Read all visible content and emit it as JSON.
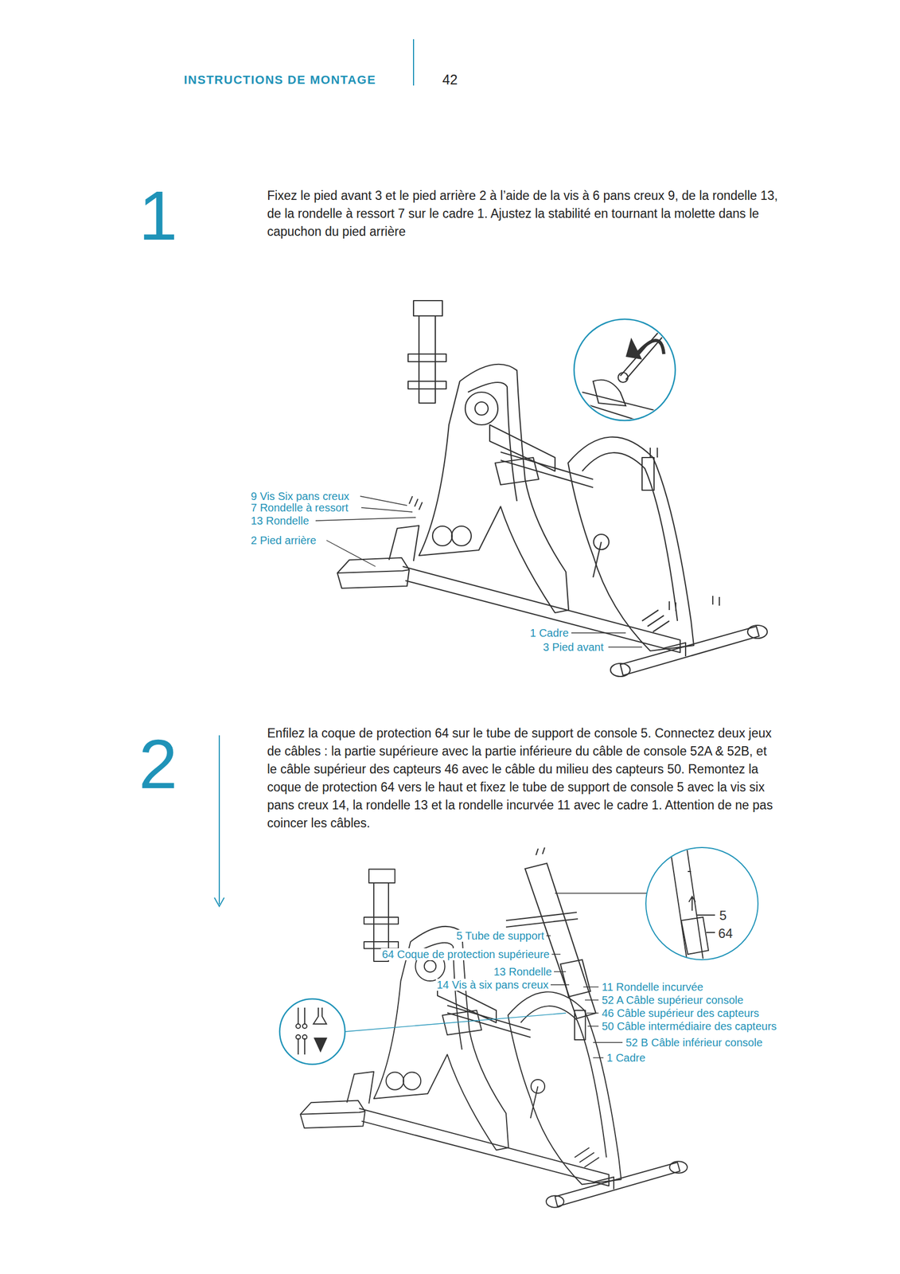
{
  "diagram": {
    "title": "INSTRUCTIONS DE MONTAGE",
    "nodes": [
      {
        "text": [
          "5",
          "64"
        ]
      }
    ],
    "labels": [
      "42",
      "1",
      "Fixez le pied avant 3 et le pied arrière 2 à l’aide de la vis à 6 pans creux 9, de la rondelle 13, de la rondelle à ressort 7 sur le cadre 1. Ajustez la stabilité en tournant la molette dans le capuchon du pied arrière",
      "9 Vis Six pans creux",
      "7 Rondelle à ressort",
      "13 Rondelle",
      "2 Pied arrière",
      "1 Cadre",
      "3 Pied avant",
      "2",
      "Enfilez la coque de protection 64 sur le tube de support de console 5. Connectez deux jeux de câbles : la partie supérieure avec la partie inférieure du câble de console 52A & 52B, et le câble supérieur des capteurs 46 avec le câble du milieu des capteurs 50. Remontez la coque de protection 64 vers le haut et fixez le tube de support de console 5 avec la vis six pans creux 14, la rondelle 13 et la rondelle incurvée 11 avec le cadre 1. Attention de ne pas coincer les câbles.",
      "5 Tube de support",
      "64 Coque de protection supérieure",
      "13 Rondelle",
      "14 Vis à six pans creux",
      "11 Rondelle incurvée",
      "52 A Câble supérieur console",
      "46 Câble supérieur des capteurs",
      "50 Câble intermédiaire des capteurs",
      "52 B Câble inférieur console",
      "1 Cadre"
    ]
  }
}
